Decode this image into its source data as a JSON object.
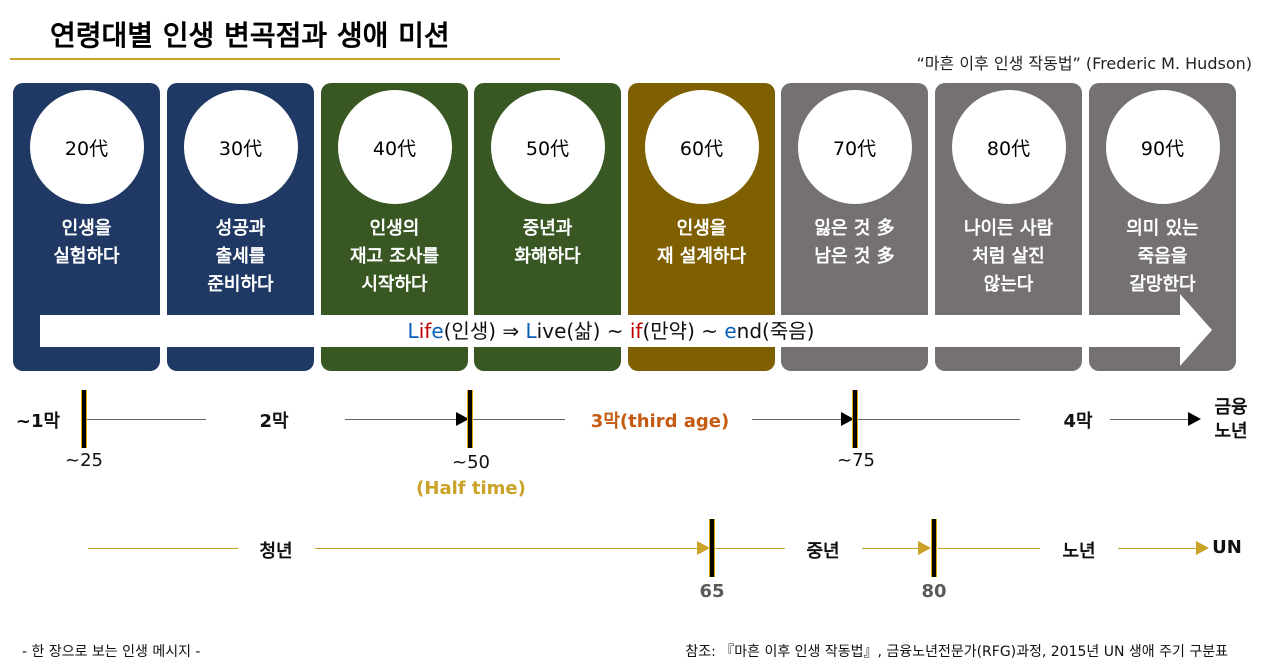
{
  "title": "연령대별 인생 변곡점과 생애 미션",
  "source": "“마흔 이후 인생 작동법” (Frederic M. Hudson)",
  "cards": [
    {
      "age": "20代",
      "text": "인생을\n실험하다",
      "color": "#203864"
    },
    {
      "age": "30代",
      "text": "성공과\n출세를\n준비하다",
      "color": "#203864"
    },
    {
      "age": "40代",
      "text": "인생의\n재고 조사를\n시작하다",
      "color": "#385723"
    },
    {
      "age": "50代",
      "text": "중년과\n화해하다",
      "color": "#385723"
    },
    {
      "age": "60代",
      "text": "인생을\n재 설계하다",
      "color": "#7f6000"
    },
    {
      "age": "70代",
      "text": "잃은 것 多\n남은 것 多",
      "color": "#767171"
    },
    {
      "age": "80代",
      "text": "나이든 사람\n처럼 살진\n않는다",
      "color": "#767171"
    },
    {
      "age": "90代",
      "text": "의미 있는\n죽음을\n갈망한다",
      "color": "#767171"
    }
  ],
  "band": {
    "l1": "L",
    "i1": "if",
    "e1": "e",
    "p1": "(인생) ⇒ ",
    "l2": "L",
    "p2": "ive(삶) ~ ",
    "if": "if",
    "p3": "(만약) ~ ",
    "e2": "e",
    "p4": "nd(죽음)"
  },
  "acts": {
    "act1": "~1막",
    "act2": "2막",
    "act3": "3막(third age)",
    "act4": "4막",
    "end": "금융\n노년",
    "t25": "~25",
    "t50": "~50",
    "half": "(Half time)",
    "t75": "~75"
  },
  "un": {
    "youth": "청년",
    "middle": "중년",
    "old": "노년",
    "un": "UN",
    "t65": "65",
    "t80": "80"
  },
  "footer_left": "- 한 장으로 보는 인생 메시지 -",
  "footer_right": "참조: 『마흔 이후 인생 작동법』, 금융노년전문가(RFG)과정, 2015년 UN 생애 주기 구분표"
}
